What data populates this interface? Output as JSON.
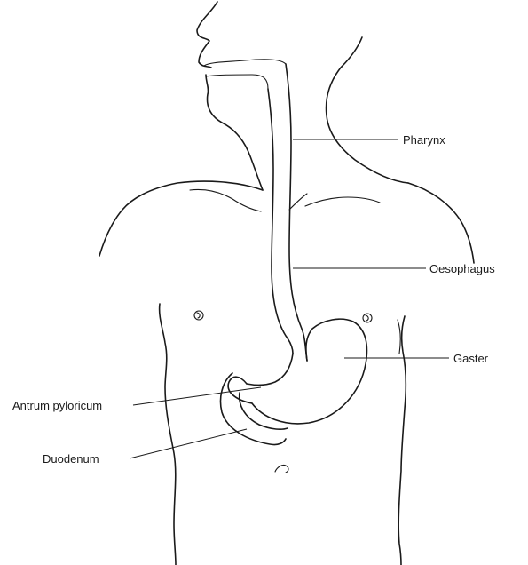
{
  "labels": {
    "pharynx": "Pharynx",
    "oesophagus": "Oesophagus",
    "gaster": "Gaster",
    "antrum": "Antrum pyloricum",
    "duodenum": "Duodenum"
  },
  "colors": {
    "line": "#1a1a1a",
    "background": "#ffffff"
  }
}
